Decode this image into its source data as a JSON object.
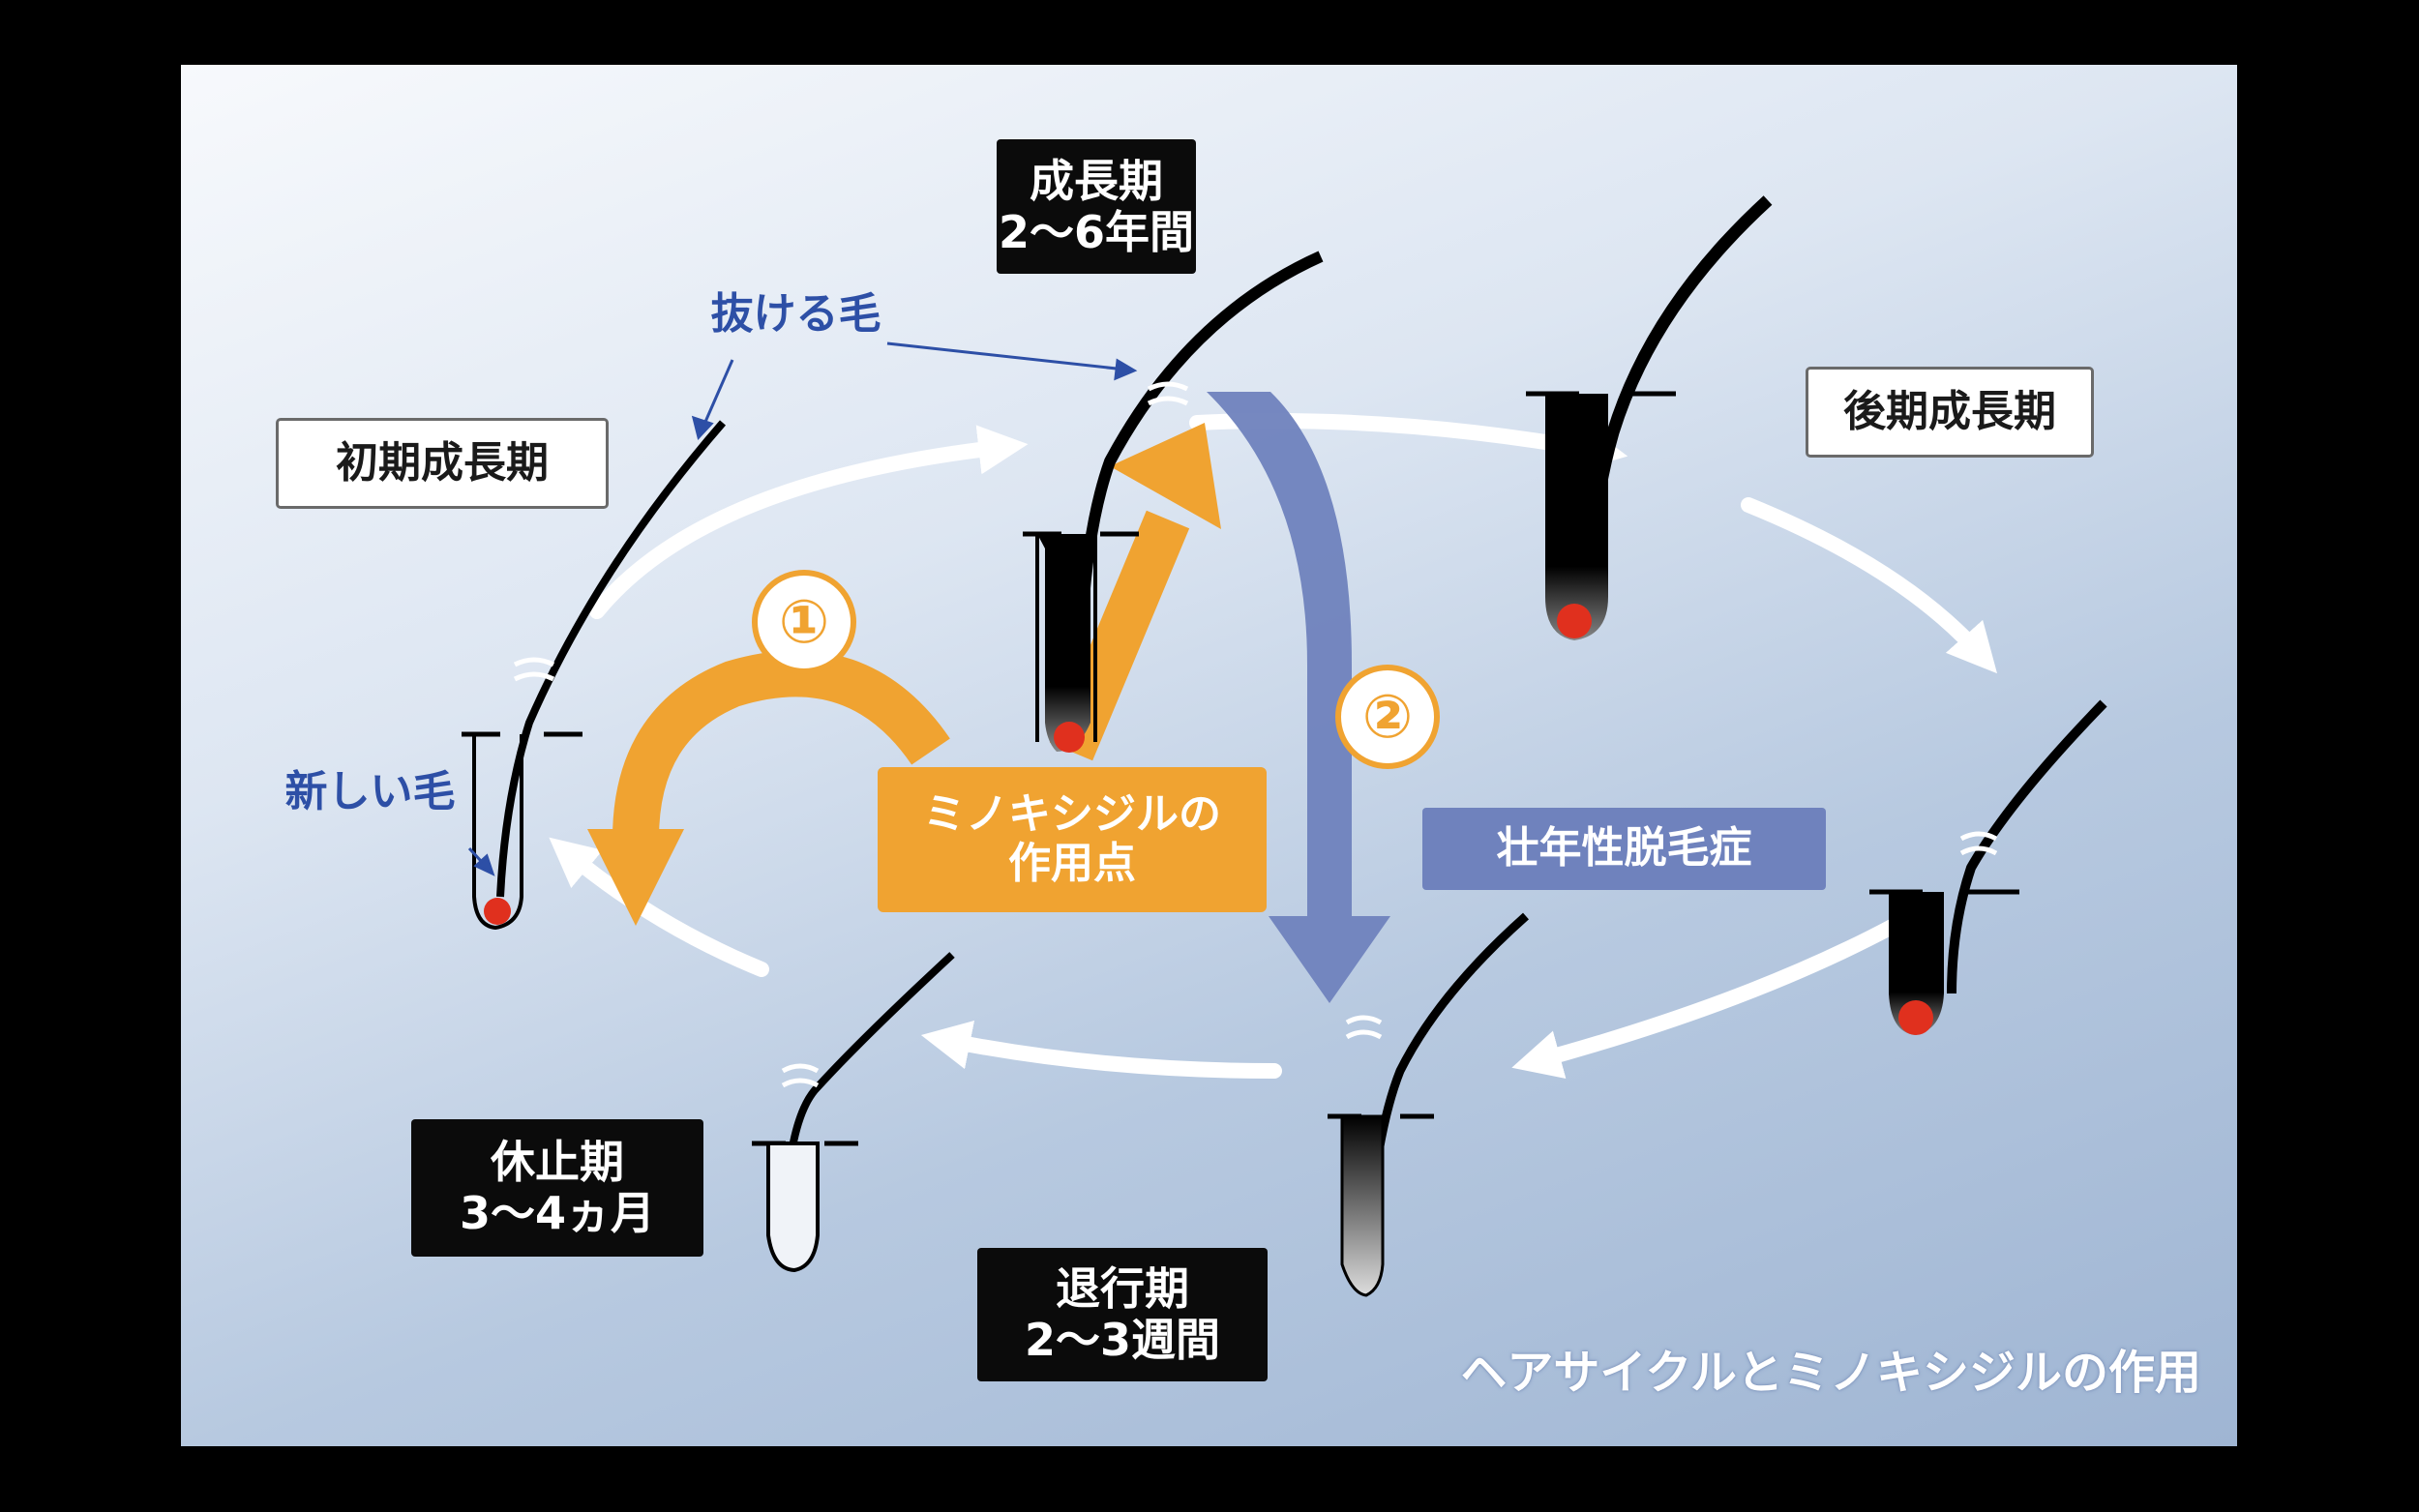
{
  "phases": {
    "growth": {
      "name": "成長期",
      "duration": "2〜6年間"
    },
    "late_growth": {
      "name": "後期成長期"
    },
    "early_growth": {
      "name": "初期成長期"
    },
    "resting": {
      "name": "休止期",
      "duration": "3〜4ヵ月"
    },
    "regression": {
      "name": "退行期",
      "duration": "2〜3週間"
    }
  },
  "notes": {
    "shedding_hair": "抜ける毛",
    "new_hair": "新しい毛"
  },
  "minoxidil": {
    "line1": "ミノキシジルの",
    "line2": "作用点",
    "point1": "①",
    "point2": "②"
  },
  "aga": {
    "label": "壮年性脱毛症"
  },
  "caption": "ヘアサイクルとミノキシジルの作用",
  "colors": {
    "orange_accent": "#f0a331",
    "aga_blue": "#6f82bd",
    "label_dark": "#0b0b0b",
    "bulb_red": "#e0301e",
    "note_blue": "#2d4fa6"
  }
}
